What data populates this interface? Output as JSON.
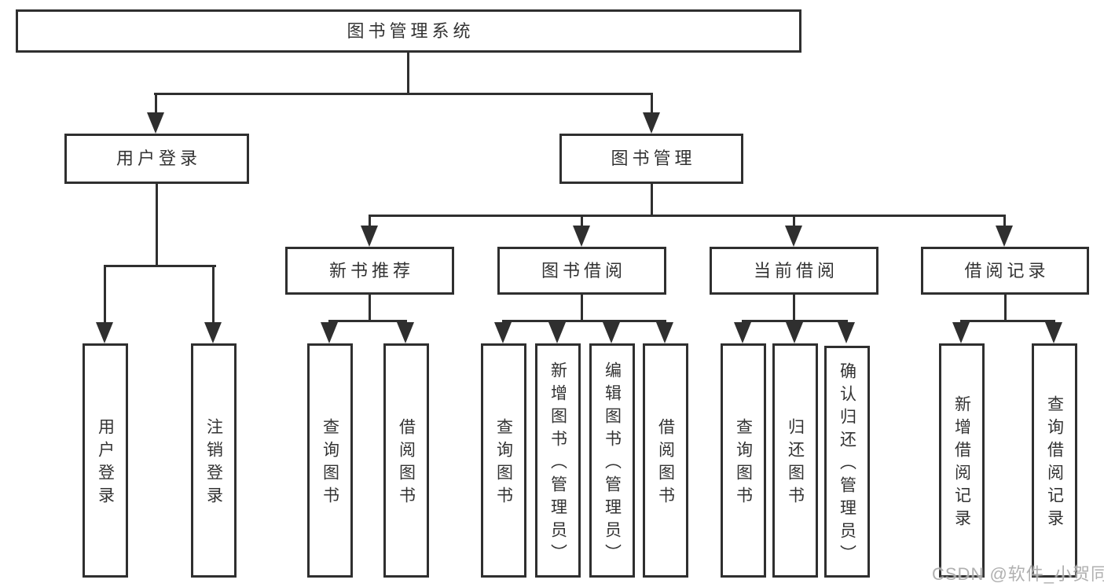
{
  "diagram": {
    "root": {
      "label": "图书管理系统"
    },
    "branches": [
      {
        "label": "用户登录",
        "children": [
          {
            "label": "用户登录"
          },
          {
            "label": "注销登录"
          }
        ]
      },
      {
        "label": "图书管理",
        "children": [
          {
            "label": "新书推荐",
            "children": [
              {
                "label": "查询图书"
              },
              {
                "label": "借阅图书"
              }
            ]
          },
          {
            "label": "图书借阅",
            "children": [
              {
                "label": "查询图书"
              },
              {
                "label": "新增图书（管理员）"
              },
              {
                "label": "编辑图书（管理员）"
              },
              {
                "label": "借阅图书"
              }
            ]
          },
          {
            "label": "当前借阅",
            "children": [
              {
                "label": "查询图书"
              },
              {
                "label": "归还图书"
              },
              {
                "label": "确认归还（管理员）"
              }
            ]
          },
          {
            "label": "借阅记录",
            "children": [
              {
                "label": "新增借阅记录"
              },
              {
                "label": "查询借阅记录"
              }
            ]
          }
        ]
      }
    ]
  },
  "watermark": {
    "text": "CSDN @软件_小贺同学"
  },
  "colors": {
    "line": "#2f2f2f",
    "text": "#333333",
    "box_fill": "#ffffff",
    "background": "#ffffff",
    "watermark": "#a5a5a5"
  }
}
